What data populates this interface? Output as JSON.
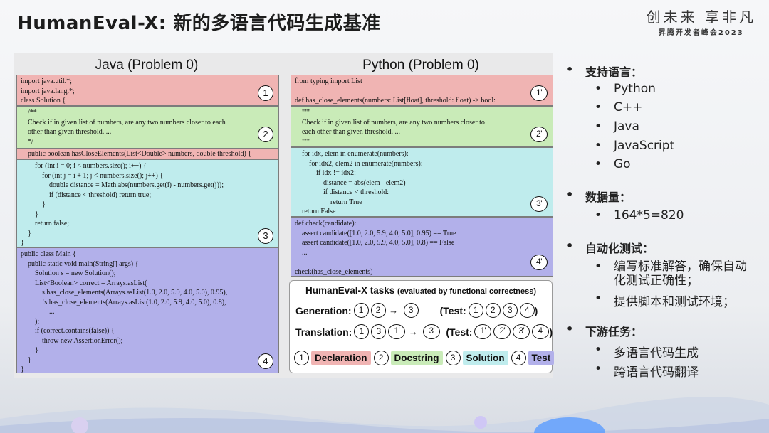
{
  "slide": {
    "title": "HumanEval-X: 新的多语言代码生成基准",
    "brand_line1": "创未来 享非凡",
    "brand_line2": "昇腾开发者峰会2023"
  },
  "java": {
    "heading": "Java (Problem 0)",
    "block1": "import java.util.*;\nimport java.lang.*;\nclass Solution {",
    "block2": "    /**\n    Check if in given list of numbers, are any two numbers closer to each\n    other than given threshold. ...\n    */",
    "block2b": "    public boolean hasCloseElements(List<Double> numbers, double threshold) {",
    "block3": "        for (int i = 0; i < numbers.size(); i++) {\n            for (int j = i + 1; j < numbers.size(); j++) {\n                double distance = Math.abs(numbers.get(i) - numbers.get(j));\n                if (distance < threshold) return true;\n            }\n        }\n        return false;\n    }\n}",
    "block4": "public class Main {\n    public static void main(String[] args) {\n        Solution s = new Solution();\n        List<Boolean> correct = Arrays.asList(\n            s.has_close_elements(Arrays.asList(1.0, 2.0, 5.9, 4.0, 5.0), 0.95),\n            !s.has_close_elements(Arrays.asList(1.0, 2.0, 5.9, 4.0, 5.0), 0.8),\n                ...\n        );\n        if (correct.contains(false)) {\n            throw new AssertionError();\n        }\n    }\n}",
    "b1": "1",
    "b2": "2",
    "b3": "3",
    "b4": "4"
  },
  "python": {
    "heading": "Python (Problem 0)",
    "block1": "from typing import List\n\ndef has_close_elements(numbers: List[float], threshold: float) -> bool:",
    "block2": "    \"\"\"\n    Check if in given list of numbers, are any two numbers closer to\n    each other than given threshold. ...\n    \"\"\"",
    "block3": "    for idx, elem in enumerate(numbers):\n        for idx2, elem2 in enumerate(numbers):\n            if idx != idx2:\n                distance = abs(elem - elem2)\n                if distance < threshold:\n                    return True\n    return False",
    "block4": "def check(candidate):\n    assert candidate([1.0, 2.0, 5.9, 4.0, 5.0], 0.95) == True\n    assert candidate([1.0, 2.0, 5.9, 4.0, 5.0], 0.8) == False\n    ...\n\ncheck(has_close_elements)",
    "b1": "1'",
    "b2": "2'",
    "b3": "3'",
    "b4": "4'"
  },
  "tasks": {
    "title": "HumanEval-X tasks",
    "subtitle": "(evaluated by functional correctness)",
    "generation_label": "Generation:",
    "translation_label": "Translation:",
    "test_label": "(Test:",
    "close_paren": ")",
    "arrow": "→",
    "n1": "1",
    "n2": "2",
    "n3": "3",
    "n4": "4",
    "p1": "1'",
    "p2": "2'",
    "p3": "3'",
    "p4": "4'",
    "legend": {
      "declaration": "Declaration",
      "docstring": "Docstring",
      "solution": "Solution",
      "test": "Test"
    },
    "colors": {
      "declaration": "#f0b4b3",
      "docstring": "#c9ebb8",
      "solution": "#bfeced",
      "test": "#b2b0ea"
    }
  },
  "bullets": {
    "languages_title": "支持语言：",
    "languages": [
      "Python",
      "C++",
      "Java",
      "JavaScript",
      "Go"
    ],
    "data_title": "数据量：",
    "data_value": "164*5=820",
    "auto_title": "自动化测试：",
    "auto_items": [
      "编写标准解答，确保自动化测试正确性；",
      "提供脚本和测试环境；"
    ],
    "downstream_title": "下游任务：",
    "downstream_items": [
      "多语言代码生成",
      "跨语言代码翻译"
    ]
  }
}
